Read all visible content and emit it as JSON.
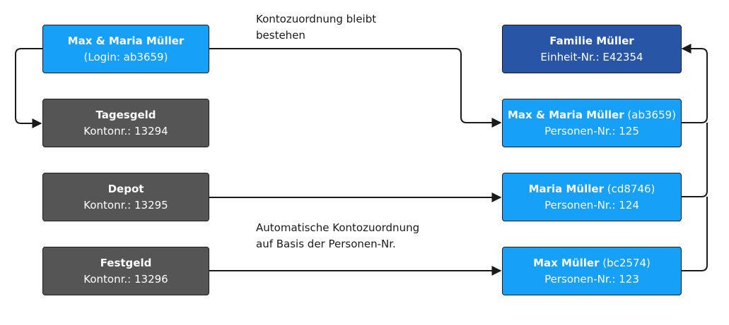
{
  "left_nodes": {
    "login": {
      "title": "Max & Maria Müller",
      "subtitle": "(Login: ab3659)"
    },
    "tagesgeld": {
      "title": "Tagesgeld",
      "subtitle": "Kontonr.: 13294"
    },
    "depot": {
      "title": "Depot",
      "subtitle": "Kontonr.: 13295"
    },
    "festgeld": {
      "title": "Festgeld",
      "subtitle": "Kontonr.: 13296"
    }
  },
  "right_nodes": {
    "familie": {
      "title": "Familie Müller",
      "subtitle": "Einheit-Nr.: E42354"
    },
    "max_maria": {
      "title": "Max & Maria Müller",
      "login": "(ab3659)",
      "subtitle": "Personen-Nr.: 125"
    },
    "maria": {
      "title": "Maria Müller",
      "login": "(cd8746)",
      "subtitle": "Personen-Nr.: 124"
    },
    "max": {
      "title": "Max Müller",
      "login": "(bc2574)",
      "subtitle": "Personen-Nr.: 123"
    }
  },
  "annotations": {
    "top_line1": "Kontozuordnung bleibt",
    "top_line2": "bestehen",
    "bottom_line1": "Automatische Kontozuordnung",
    "bottom_line2": "auf Basis der Personen-Nr."
  },
  "colors": {
    "account_box": "#555555",
    "person_box": "#16a0f8",
    "unit_box": "#2855a6",
    "connector": "#1a1a1a"
  }
}
